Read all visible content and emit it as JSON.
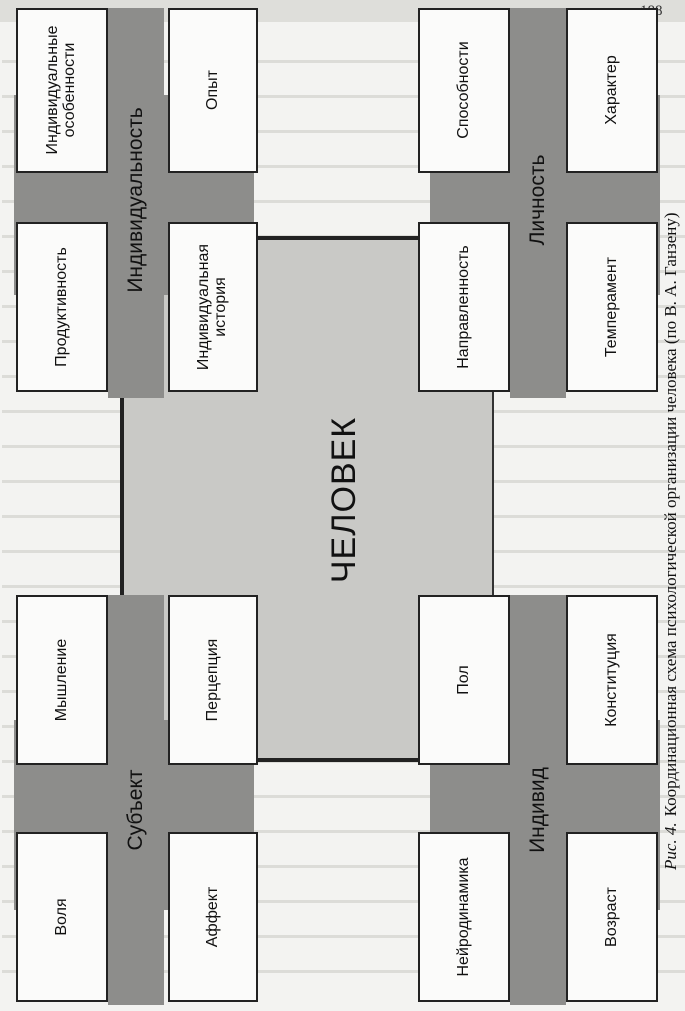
{
  "center_label": "ЧЕЛОВЕК",
  "caption_prefix": "Рис. 4.",
  "caption_text": "Координационная схема психологической организации человека (по В. А. Ганзену)",
  "page_number": "188",
  "groups": {
    "individuality": {
      "label": "Индивидуальность",
      "items": [
        "Индивидуальные особенности",
        "Опыт",
        "Продуктивность",
        "Индивидуальная история"
      ]
    },
    "personality": {
      "label": "Личность",
      "items": [
        "Способности",
        "Характер",
        "Направленность",
        "Темперамент"
      ]
    },
    "subject": {
      "label": "Субъект",
      "items": [
        "Мышление",
        "Перцепция",
        "Воля",
        "Аффект"
      ]
    },
    "individual": {
      "label": "Индивид",
      "items": [
        "Пол",
        "Конституция",
        "Нейродинамика",
        "Возраст"
      ]
    }
  }
}
